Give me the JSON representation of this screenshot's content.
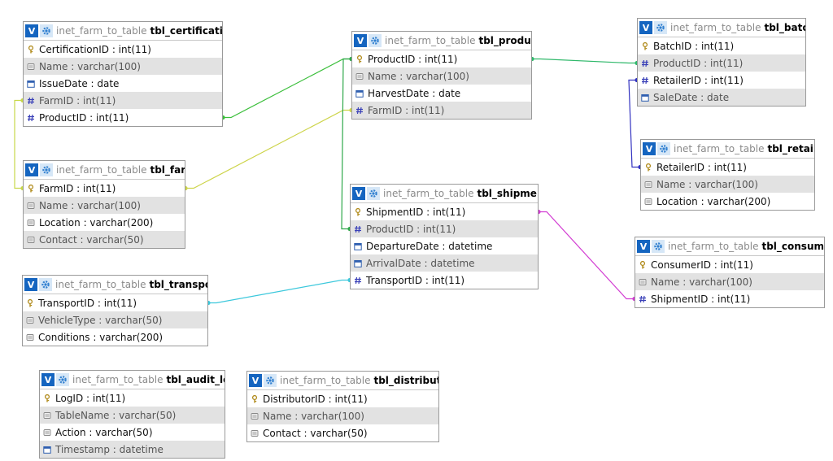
{
  "db_prefix": "inet_farm_to_table",
  "v_label": "V",
  "tables": [
    {
      "id": "certification",
      "name": "tbl_certification",
      "cols": [
        {
          "text": "CertificationID : int(11)",
          "icon": "key"
        },
        {
          "text": "Name : varchar(100)",
          "icon": "text"
        },
        {
          "text": "IssueDate : date",
          "icon": "date"
        },
        {
          "text": "FarmID : int(11)",
          "icon": "hash"
        },
        {
          "text": "ProductID : int(11)",
          "icon": "hash"
        }
      ]
    },
    {
      "id": "product",
      "name": "tbl_product",
      "cols": [
        {
          "text": "ProductID : int(11)",
          "icon": "key"
        },
        {
          "text": "Name : varchar(100)",
          "icon": "text"
        },
        {
          "text": "HarvestDate : date",
          "icon": "date"
        },
        {
          "text": "FarmID : int(11)",
          "icon": "hash"
        }
      ]
    },
    {
      "id": "batch",
      "name": "tbl_batch",
      "cols": [
        {
          "text": "BatchID : int(11)",
          "icon": "key"
        },
        {
          "text": "ProductID : int(11)",
          "icon": "hash"
        },
        {
          "text": "RetailerID : int(11)",
          "icon": "hash"
        },
        {
          "text": "SaleDate : date",
          "icon": "date"
        }
      ]
    },
    {
      "id": "retailer",
      "name": "tbl_retailer",
      "cols": [
        {
          "text": "RetailerID : int(11)",
          "icon": "key"
        },
        {
          "text": "Name : varchar(100)",
          "icon": "text"
        },
        {
          "text": "Location : varchar(200)",
          "icon": "text"
        }
      ]
    },
    {
      "id": "farm",
      "name": "tbl_farm",
      "cols": [
        {
          "text": "FarmID : int(11)",
          "icon": "key"
        },
        {
          "text": "Name : varchar(100)",
          "icon": "text"
        },
        {
          "text": "Location : varchar(200)",
          "icon": "text"
        },
        {
          "text": "Contact : varchar(50)",
          "icon": "text"
        }
      ]
    },
    {
      "id": "shipment",
      "name": "tbl_shipment",
      "cols": [
        {
          "text": "ShipmentID : int(11)",
          "icon": "key"
        },
        {
          "text": "ProductID : int(11)",
          "icon": "hash"
        },
        {
          "text": "DepartureDate : datetime",
          "icon": "date"
        },
        {
          "text": "ArrivalDate : datetime",
          "icon": "date"
        },
        {
          "text": "TransportID : int(11)",
          "icon": "hash"
        }
      ]
    },
    {
      "id": "consumer",
      "name": "tbl_consumer",
      "cols": [
        {
          "text": "ConsumerID : int(11)",
          "icon": "key"
        },
        {
          "text": "Name : varchar(100)",
          "icon": "text"
        },
        {
          "text": "ShipmentID : int(11)",
          "icon": "hash"
        }
      ]
    },
    {
      "id": "transport",
      "name": "tbl_transport",
      "cols": [
        {
          "text": "TransportID : int(11)",
          "icon": "key"
        },
        {
          "text": "VehicleType : varchar(50)",
          "icon": "text"
        },
        {
          "text": "Conditions : varchar(200)",
          "icon": "text"
        }
      ]
    },
    {
      "id": "audit_log",
      "name": "tbl_audit_log",
      "cols": [
        {
          "text": "LogID : int(11)",
          "icon": "key"
        },
        {
          "text": "TableName : varchar(50)",
          "icon": "text"
        },
        {
          "text": "Action : varchar(50)",
          "icon": "text"
        },
        {
          "text": "Timestamp : datetime",
          "icon": "date"
        }
      ]
    },
    {
      "id": "distributor",
      "name": "tbl_distributor",
      "cols": [
        {
          "text": "DistributorID : int(11)",
          "icon": "key"
        },
        {
          "text": "Name : varchar(100)",
          "icon": "text"
        },
        {
          "text": "Contact : varchar(50)",
          "icon": "text"
        }
      ]
    }
  ],
  "relations": [
    {
      "from": "certification.FarmID",
      "to": "farm.FarmID",
      "color": "#c8d84a"
    },
    {
      "from": "certification.ProductID",
      "to": "product.ProductID",
      "color": "#3cbf3c"
    },
    {
      "from": "product.FarmID",
      "to": "farm.FarmID",
      "color": "#cdd44a"
    },
    {
      "from": "batch.ProductID",
      "to": "product.ProductID",
      "color": "#2fb86a"
    },
    {
      "from": "batch.RetailerID",
      "to": "retailer.RetailerID",
      "color": "#3232c0"
    },
    {
      "from": "shipment.ProductID",
      "to": "product.ProductID",
      "color": "#2ea84a"
    },
    {
      "from": "shipment.TransportID",
      "to": "transport.TransportID",
      "color": "#3cc8dc"
    },
    {
      "from": "consumer.ShipmentID",
      "to": "shipment.ShipmentID",
      "color": "#d23cd2"
    }
  ],
  "colors": {
    "header_v": "#1565c0",
    "alt_row": "#e2e2e2",
    "border": "#9a9a9a",
    "db_text": "#8a8a8a"
  }
}
